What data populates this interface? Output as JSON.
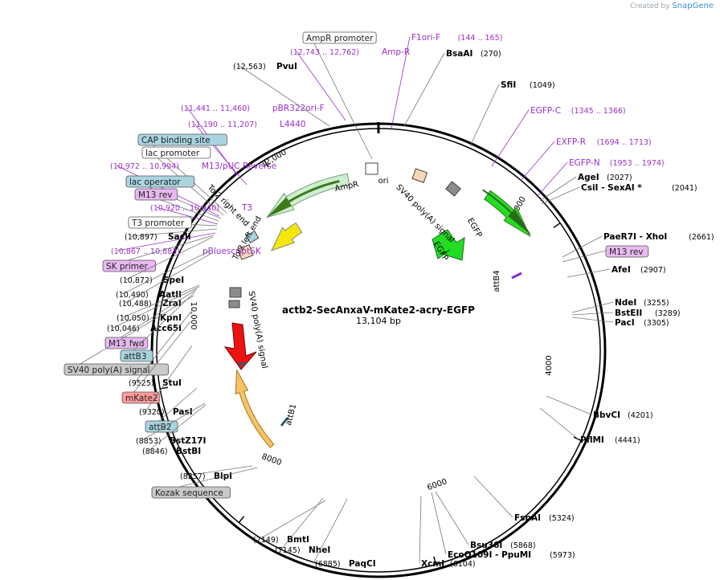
{
  "credit": {
    "prefix": "Created by",
    "brand": "SnapGene"
  },
  "plasmid": {
    "name": "actb2-SecAnxaV-mKate2-acry-EGFP",
    "size": "13,104 bp"
  },
  "colors": {
    "backbone": "#000000",
    "primer": "#9b30c8",
    "feature_label": "#9b30c8",
    "ampr": "#cfeecf",
    "ori": "#f5e60a",
    "egfp": "#22dd22",
    "mcherry_like": "#ee1111",
    "orange_track": "#f5c469",
    "sv40": "#8b8b8b",
    "tol2": "#f6d7b6",
    "cyan_box": "#a9d4e0",
    "violet_box": "#e9b8f2",
    "red_box": "#ff9a9a",
    "gray_box": "#c9c9c9"
  },
  "ticks": [
    "2000",
    "4000",
    "6000",
    "8000",
    "10,000",
    "12,000"
  ],
  "features": [
    {
      "name": "AmpR",
      "label": "AmpR"
    },
    {
      "name": "ori",
      "label": "ori"
    },
    {
      "name": "tol2-right",
      "label": "Tol2 right end"
    },
    {
      "name": "tol2-left",
      "label": "Tol2 left end"
    },
    {
      "name": "sv40-upper",
      "label": "SV40 poly(A) signal"
    },
    {
      "name": "sv40-lower",
      "label": "SV40 poly(A) signal"
    },
    {
      "name": "egfp-a",
      "label": "EGFP"
    },
    {
      "name": "egfp-b",
      "label": "EGFP"
    },
    {
      "name": "attb4",
      "label": "attB4"
    },
    {
      "name": "attb1",
      "label": "attB1"
    }
  ],
  "labels": [
    {
      "id": "ampr-promoter",
      "text": "AmpR promoter",
      "style": "box-white"
    },
    {
      "id": "f1ori-f",
      "text": "F1ori-F",
      "coords": "(144 .. 165)",
      "style": "primer"
    },
    {
      "id": "bsaai",
      "text": "BsaAI",
      "coords": "(270)",
      "style": "site"
    },
    {
      "id": "amp-r",
      "text": "Amp-R",
      "coords": "(12,743 .. 12,762)",
      "style": "primer"
    },
    {
      "id": "pvui",
      "text": "PvuI",
      "coords": "(12,563)",
      "style": "site"
    },
    {
      "id": "sfii",
      "text": "SfiI",
      "coords": "(1049)",
      "style": "site"
    },
    {
      "id": "pbr322ori-f",
      "text": "pBR322ori-F",
      "coords": "(11,441 .. 11,460)",
      "style": "primer"
    },
    {
      "id": "egfp-c",
      "text": "EGFP-C",
      "coords": "(1345 .. 1366)",
      "style": "primer"
    },
    {
      "id": "l4440",
      "text": "L4440",
      "coords": "(11,190 .. 11,207)",
      "style": "primer"
    },
    {
      "id": "cap-binding-site",
      "text": "CAP binding site",
      "style": "box-cyan"
    },
    {
      "id": "exfp-r",
      "text": "EXFP-R",
      "coords": "(1694 .. 1713)",
      "style": "primer"
    },
    {
      "id": "lac-promoter",
      "text": "lac promoter",
      "style": "box-white"
    },
    {
      "id": "egfp-n",
      "text": "EGFP-N",
      "coords": "(1953 .. 1974)",
      "style": "primer"
    },
    {
      "id": "m13-puc-reverse",
      "text": "M13/pUC Reverse",
      "coords": "(10,972 .. 10,994)",
      "style": "primer"
    },
    {
      "id": "agei",
      "text": "AgeI",
      "coords": "(2027)",
      "style": "site"
    },
    {
      "id": "csii-sexai",
      "text": "CsiI  - SexAI *",
      "coords": "(2041)",
      "style": "site"
    },
    {
      "id": "lac-operator",
      "text": "lac operator",
      "style": "box-cyan"
    },
    {
      "id": "m13-rev-left",
      "text": "M13 rev",
      "style": "box-violet"
    },
    {
      "id": "t3",
      "text": "T3",
      "coords": "(10,920 .. 10,940)",
      "style": "primer"
    },
    {
      "id": "t3-promoter",
      "text": "T3 promoter",
      "style": "box-white"
    },
    {
      "id": "sacii",
      "text": "SacII",
      "coords": "(10,897)",
      "style": "site"
    },
    {
      "id": "paer7i-xhoi",
      "text": "PaeR7I  - XhoI",
      "coords": "(2661)",
      "style": "site"
    },
    {
      "id": "pbluescriptsk",
      "text": "pBluescriptSK",
      "coords": "(10,867 .. 10,883)",
      "style": "primer"
    },
    {
      "id": "m13-rev-right",
      "text": "M13 rev",
      "style": "box-violet"
    },
    {
      "id": "sk-primer",
      "text": "SK primer",
      "style": "box-violet"
    },
    {
      "id": "afei",
      "text": "AfeI",
      "coords": "(2907)",
      "style": "site"
    },
    {
      "id": "spei",
      "text": "SpeI",
      "coords": "(10,872)",
      "style": "site"
    },
    {
      "id": "aatii",
      "text": "AatII",
      "coords": "(10,490)",
      "style": "site"
    },
    {
      "id": "zrai",
      "text": "ZraI",
      "coords": "(10,488)",
      "style": "site"
    },
    {
      "id": "ndei",
      "text": "NdeI",
      "coords": "(3255)",
      "style": "site"
    },
    {
      "id": "bsteii",
      "text": "BstEII",
      "coords": "(3289)",
      "style": "site"
    },
    {
      "id": "kpni",
      "text": "KpnI",
      "coords": "(10,050)",
      "style": "site"
    },
    {
      "id": "paci",
      "text": "PacI",
      "coords": "(3305)",
      "style": "site"
    },
    {
      "id": "acc65i",
      "text": "Acc65I",
      "coords": "(10,046)",
      "style": "site"
    },
    {
      "id": "m13-fwd",
      "text": "M13 fwd",
      "style": "box-violet"
    },
    {
      "id": "attb3",
      "text": "attB3",
      "style": "box-cyan"
    },
    {
      "id": "sv40-box",
      "text": "SV40 poly(A) signal",
      "style": "box-gray"
    },
    {
      "id": "stui",
      "text": "StuI",
      "coords": "(9525)",
      "style": "site"
    },
    {
      "id": "mkate2",
      "text": "mKate2",
      "style": "box-red"
    },
    {
      "id": "bbvci",
      "text": "BbvCI",
      "coords": "(4201)",
      "style": "site"
    },
    {
      "id": "pasi",
      "text": "PasI",
      "coords": "(9320)",
      "style": "site"
    },
    {
      "id": "pflmi",
      "text": "PflMI",
      "coords": "(4441)",
      "style": "site"
    },
    {
      "id": "attb2",
      "text": "attB2",
      "style": "box-cyan"
    },
    {
      "id": "bstz17i",
      "text": "BstZ17I",
      "coords": "(8853)",
      "style": "site"
    },
    {
      "id": "bstbi",
      "text": "BstBI",
      "coords": "(8846)",
      "style": "site"
    },
    {
      "id": "blpi",
      "text": "BlpI",
      "coords": "(8257)",
      "style": "site"
    },
    {
      "id": "kozak",
      "text": "Kozak sequence",
      "style": "box-gray"
    },
    {
      "id": "fspai",
      "text": "FspAI",
      "coords": "(5324)",
      "style": "site"
    },
    {
      "id": "bsu36i",
      "text": "Bsu36I",
      "coords": "(5868)",
      "style": "site"
    },
    {
      "id": "bmti",
      "text": "BmtI",
      "coords": "(7149)",
      "style": "site"
    },
    {
      "id": "ecoo109i",
      "text": "EcoO109I  - PpuMI",
      "coords": "(5973)",
      "style": "site"
    },
    {
      "id": "nhei",
      "text": "NheI",
      "coords": "(7145)",
      "style": "site"
    },
    {
      "id": "xcmi",
      "text": "XcmI",
      "coords": "(6104)",
      "style": "site"
    },
    {
      "id": "paqci",
      "text": "PaqCI",
      "coords": "(6885)",
      "style": "site"
    }
  ]
}
